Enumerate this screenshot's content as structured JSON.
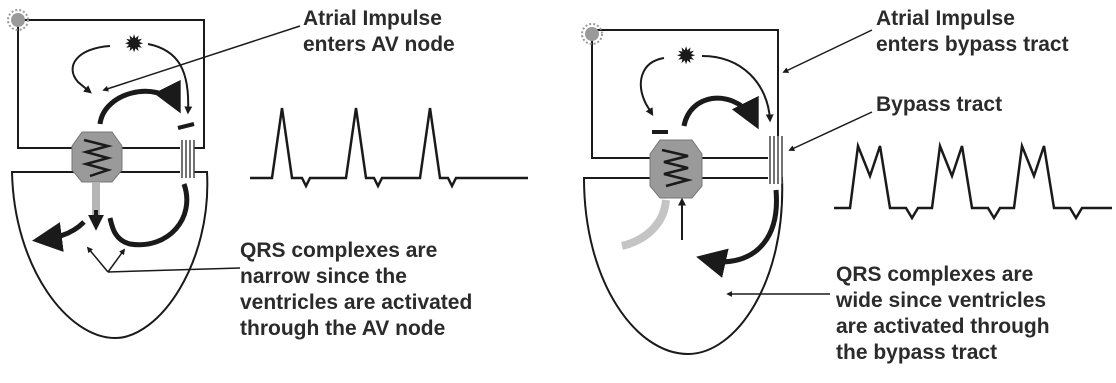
{
  "left_panel": {
    "impulse_label": [
      "Atrial Impulse",
      "enters AV node"
    ],
    "qrs_label": [
      "QRS complexes are",
      "narrow since the",
      "ventricles are activated",
      "through the AV node"
    ]
  },
  "right_panel": {
    "impulse_label": [
      "Atrial Impulse",
      "enters bypass tract"
    ],
    "bypass_label": "Bypass tract",
    "qrs_label": [
      "QRS complexes are",
      "wide since ventricles",
      "are activated through",
      "the bypass tract"
    ]
  },
  "colors": {
    "ink": "#1a1a1a",
    "node_fill": "#9a9a9a",
    "text": "#2b2b2b"
  }
}
